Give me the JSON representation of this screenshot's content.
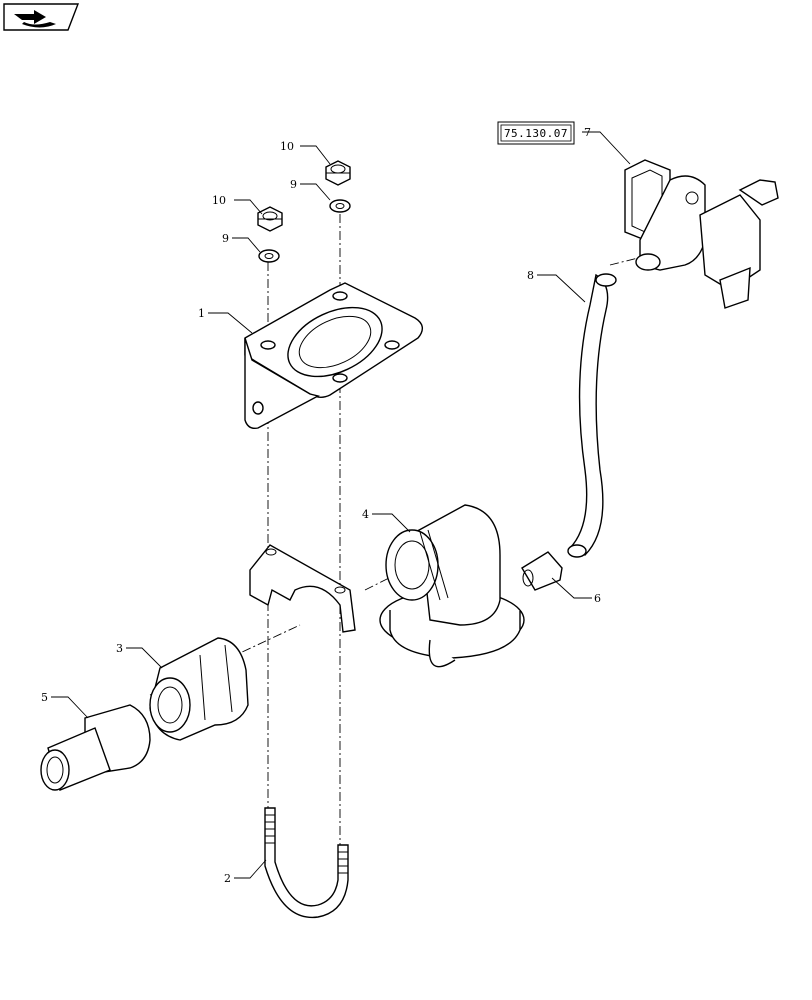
{
  "reference_box": {
    "text": "75.130.07"
  },
  "callouts": [
    {
      "id": "c10a",
      "text": "10"
    },
    {
      "id": "c9a",
      "text": "9"
    },
    {
      "id": "c10b",
      "text": "10"
    },
    {
      "id": "c9b",
      "text": "9"
    },
    {
      "id": "c1",
      "text": "1"
    },
    {
      "id": "c7",
      "text": "7"
    },
    {
      "id": "c8",
      "text": "8"
    },
    {
      "id": "c4",
      "text": "4"
    },
    {
      "id": "c6",
      "text": "6"
    },
    {
      "id": "c3",
      "text": "3"
    },
    {
      "id": "c5",
      "text": "5"
    },
    {
      "id": "c2",
      "text": "2"
    }
  ],
  "icons": {
    "corner_badge": "page-turn-arrow-icon"
  }
}
